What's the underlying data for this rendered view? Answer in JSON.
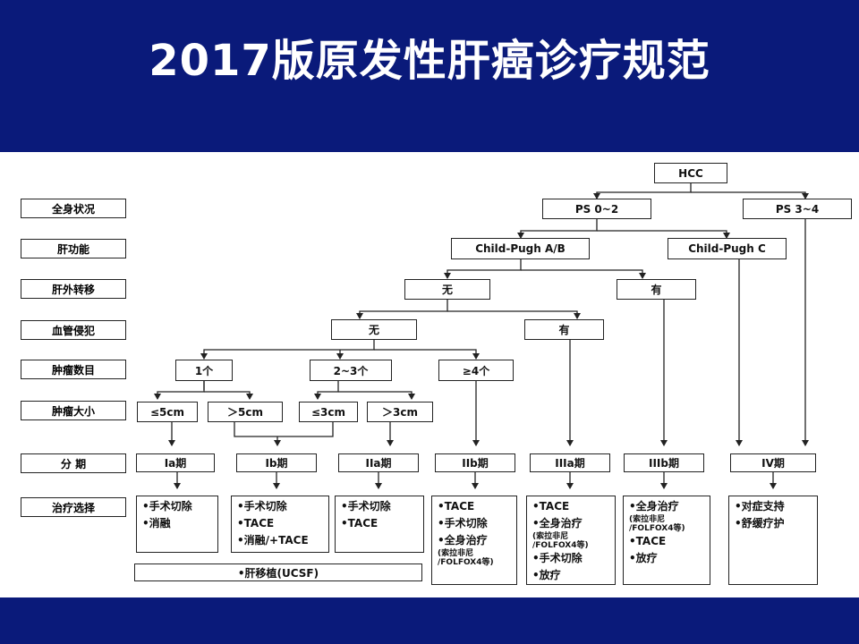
{
  "slide": {
    "title": "2017版原发性肝癌诊疗规范"
  },
  "diagram": {
    "row_labels": [
      "全身状况",
      "肝功能",
      "肝外转移",
      "血管侵犯",
      "肿瘤数目",
      "肿瘤大小",
      "分  期",
      "治疗选择"
    ],
    "nodes": {
      "hcc": "HCC",
      "ps02": "PS 0~2",
      "ps34": "PS 3~4",
      "cpab": "Child-Pugh A/B",
      "cpc": "Child-Pugh C",
      "ehm_no": "无",
      "ehm_yes": "有",
      "vi_no": "无",
      "vi_yes": "有",
      "n1": "1个",
      "n23": "2~3个",
      "n4": "≥4个",
      "s1": "≤5cm",
      "s2": "＞5cm",
      "s3": "≤3cm",
      "s4": "＞3cm",
      "st_ia": "Ia期",
      "st_ib": "Ib期",
      "st_iia": "IIa期",
      "st_iib": "IIb期",
      "st_iiia": "IIIa期",
      "st_iiib": "IIIb期",
      "st_iv": "IV期"
    },
    "treatments": {
      "ia": [
        "•手术切除",
        "•消融"
      ],
      "ib": [
        "•手术切除",
        "•TACE",
        "•消融/+TACE"
      ],
      "iia": [
        "•手术切除",
        "•TACE"
      ],
      "iib": {
        "t1": "•TACE",
        "t2": "•手术切除",
        "t3": "•全身治疗",
        "t3_note": "(索拉非尼\n/FOLFOX4等)"
      },
      "iiia": {
        "t1": "•TACE",
        "t2": "•全身治疗",
        "t2_note": "(索拉非尼\n/FOLFOX4等)",
        "t3": "•手术切除",
        "t4": "•放疗"
      },
      "iiib": {
        "t1": "•全身治疗",
        "t1_note": "(索拉非尼\n/FOLFOX4等)",
        "t2": "•TACE",
        "t3": "•放疗"
      },
      "iv": [
        "•对症支持",
        "•舒缓疗护"
      ]
    },
    "transplant": "•肝移植(UCSF)"
  },
  "colors": {
    "banner": "#0a1a7a",
    "title_text": "#ffffff",
    "line": "#222222"
  }
}
